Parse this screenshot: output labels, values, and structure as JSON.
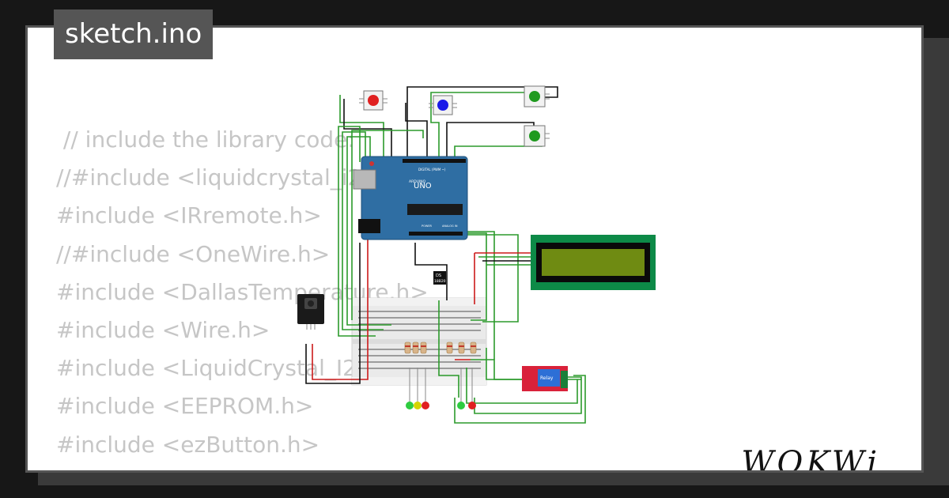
{
  "header": {
    "filename": "sketch.ino"
  },
  "code": {
    "lines": [
      " // include the library code:",
      "//#include <liquidcrystal_i2c.h>",
      "#include <IRremote.h>",
      "//#include <OneWire.h>",
      "#include <DallasTemperature.h>",
      "#include <Wire.h>",
      "#include <LiquidCrystal_I2C.h>",
      "#include <EEPROM.h>",
      "#include <ezButton.h>",
      ""
    ]
  },
  "diagram": {
    "board_name": "UNO",
    "board_brand": "ARDUINO",
    "board_digital_label": "DIGITAL (PWM ~)",
    "board_power_label": "POWER",
    "board_analog_label": "ANALOG IN",
    "sensor_label_line1": "DS",
    "sensor_label_line2": "18B20",
    "relay_label": "Relay",
    "colors": {
      "board": "#2f6ea3",
      "lcd_frame": "#0d8a47",
      "lcd_screen": "#6f8b12",
      "relay": "#d9223a",
      "wire_green": "#2b9a2b",
      "wire_red": "#cc1a1a",
      "wire_black": "#111111"
    }
  },
  "brand": {
    "logo": "WOKWi"
  }
}
